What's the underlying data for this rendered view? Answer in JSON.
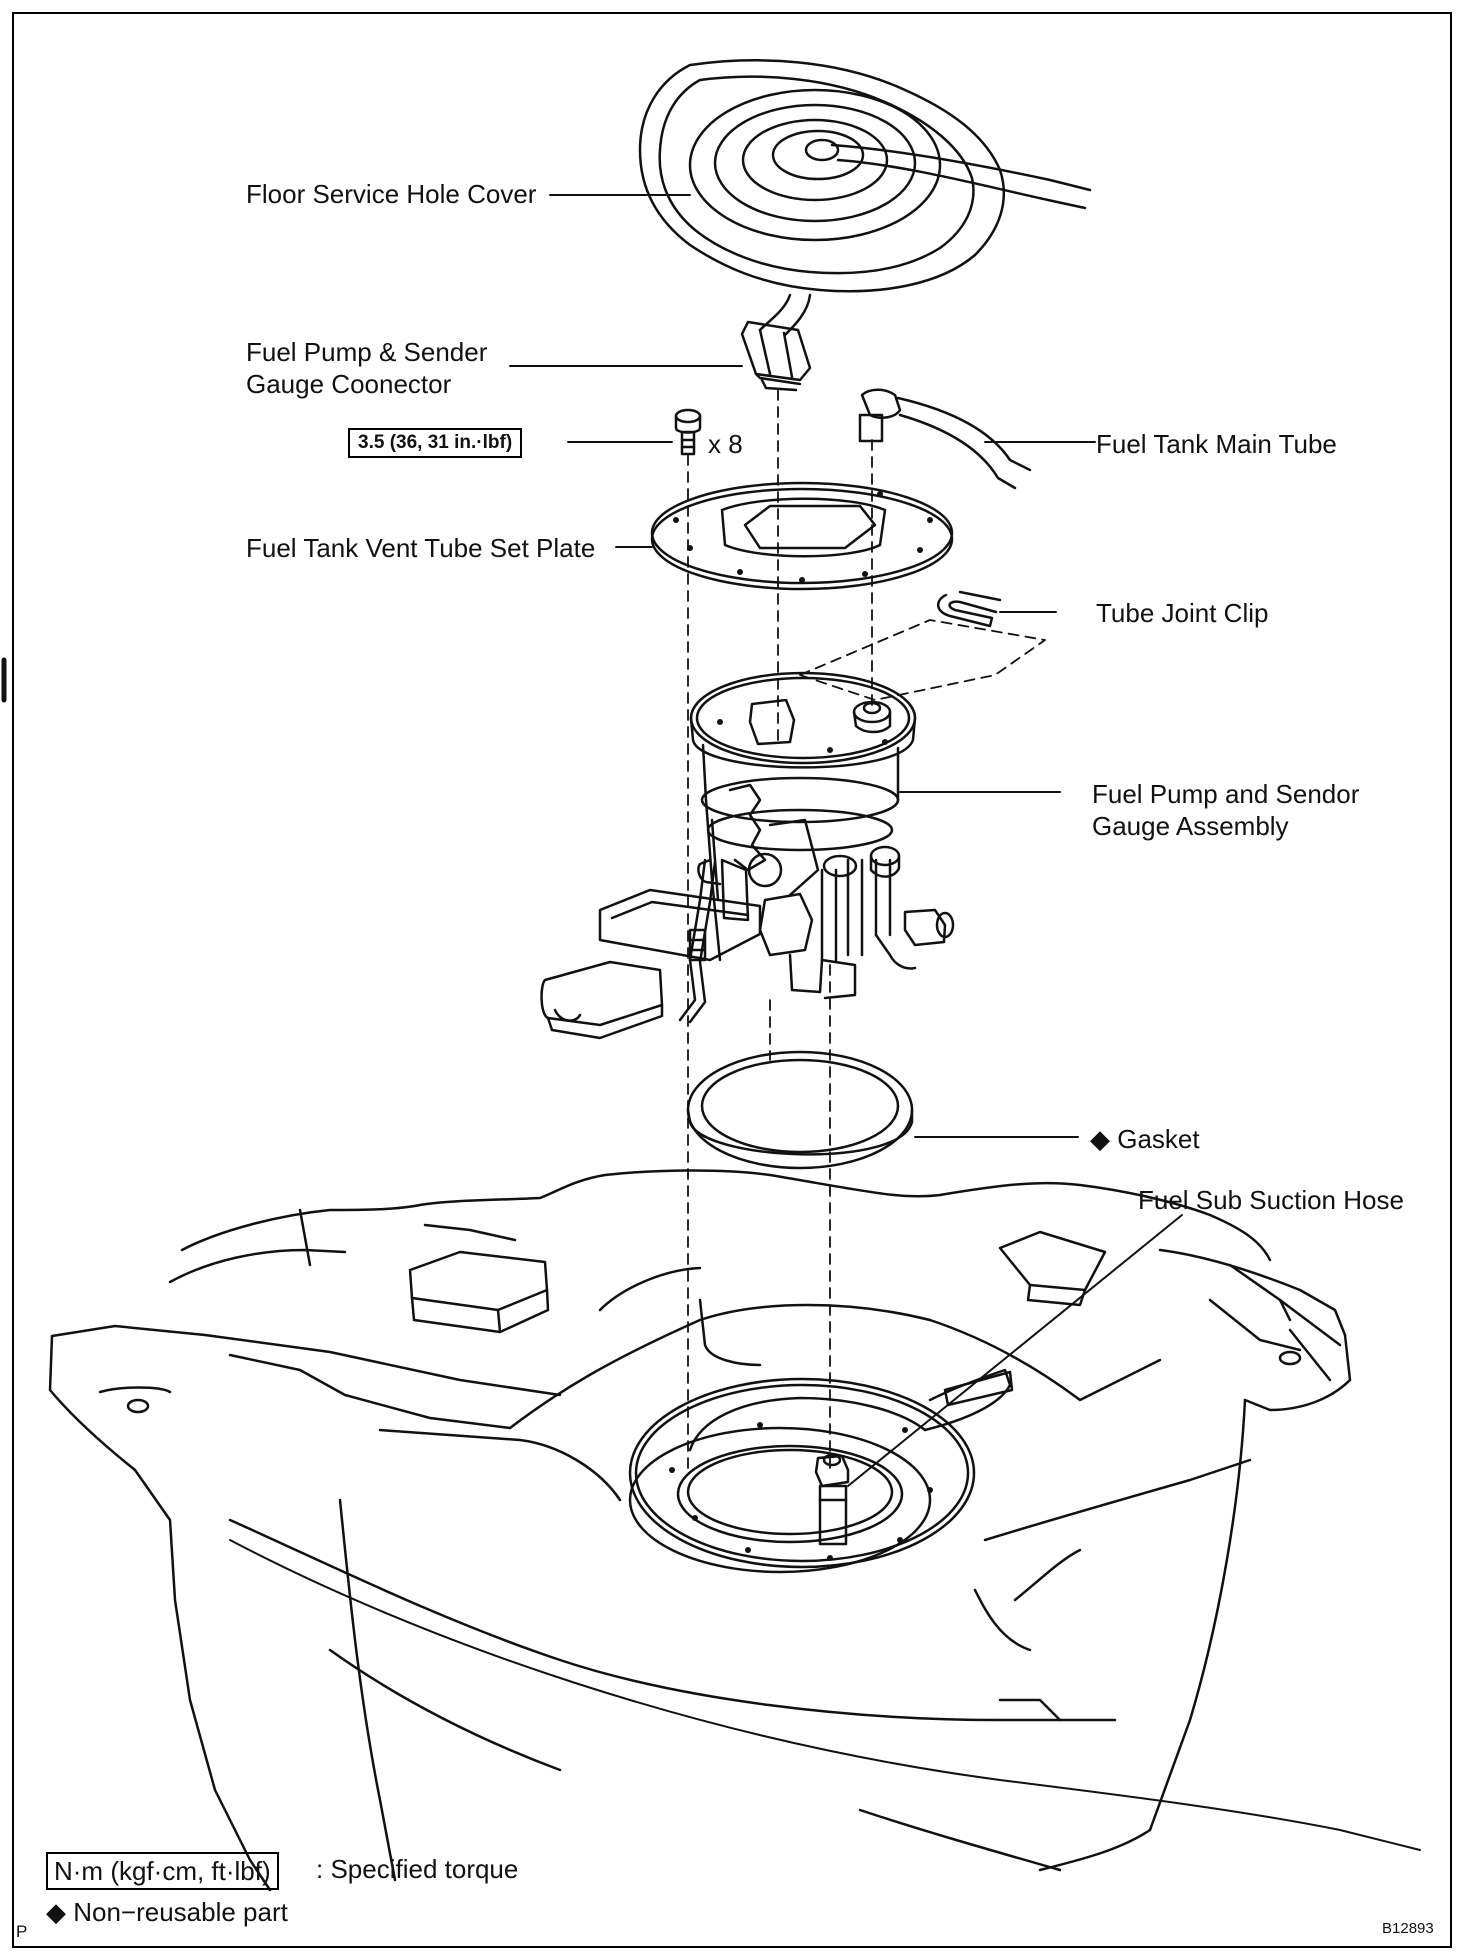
{
  "labels": {
    "floor_cover": "Floor Service Hole Cover",
    "connector_l1": "Fuel Pump & Sender",
    "connector_l2": "Gauge Coonector",
    "torque": "3.5 (36, 31 in.·lbf)",
    "bolt_count": "x 8",
    "main_tube": "Fuel Tank Main Tube",
    "vent_plate": "Fuel Tank Vent Tube Set Plate",
    "joint_clip": "Tube Joint Clip",
    "pump_assy_l1": "Fuel Pump and Sendor",
    "pump_assy_l2": "Gauge Assembly",
    "gasket": "◆ Gasket",
    "sub_suction": "Fuel Sub Suction Hose"
  },
  "legend": {
    "torque_unit": "N·m (kgf·cm, ft·lbf)",
    "torque_desc": ": Specified torque",
    "nonreusable": "◆ Non−reusable part"
  },
  "corner": {
    "page_letter": "P",
    "figure_id": "B12893"
  }
}
